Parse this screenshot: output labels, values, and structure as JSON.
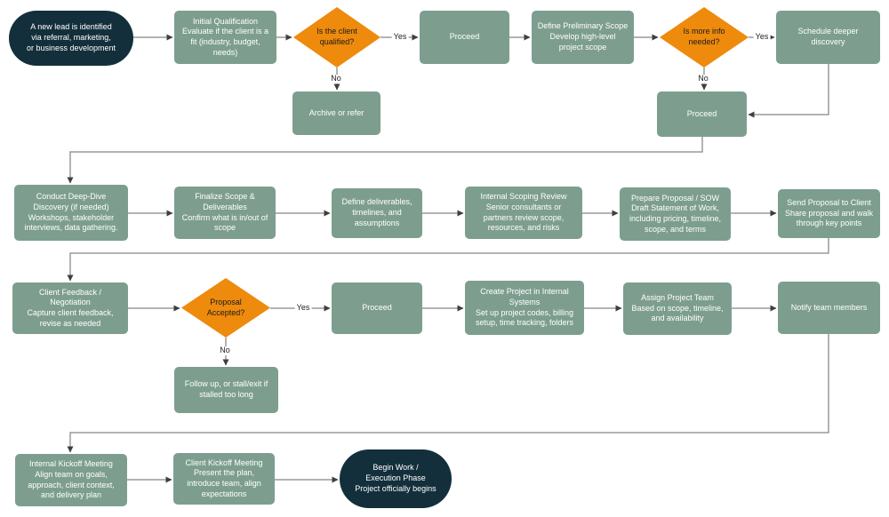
{
  "diagram": {
    "type": "flowchart",
    "topic": "Consulting client onboarding / project kickoff process",
    "colors": {
      "process_fill": "#7d9e8f",
      "terminal_fill": "#132f3b",
      "decision_fill": "#ee8a0c",
      "process_text": "#ffffff",
      "decision_text": "#1b1b1b",
      "connector_line": "#9a9a9a",
      "arrowhead": "#3f3f3f"
    }
  },
  "nodes": {
    "start": "A new lead is identified\nvia referral, marketing,\nor business development",
    "initial_qualification": "Initial Qualification\nEvaluate if the client is a fit (industry, budget, needs)",
    "q_client_qualified": "Is the client qualified?",
    "proceed_1": "Proceed",
    "define_preliminary_scope": "Define Preliminary Scope\nDevelop high-level project scope",
    "q_more_info_needed": "Is more info needed?",
    "schedule_deeper_discovery": "Schedule deeper discovery",
    "archive_or_refer": "Archive or refer",
    "proceed_2": "Proceed",
    "conduct_deep_dive": "Conduct Deep-Dive Discovery (if needed)\nWorkshops, stakeholder interviews, data gathering.",
    "finalize_scope": "Finalize Scope & Deliverables\nConfirm what is in/out of scope",
    "define_deliverables": "Define deliverables, timelines, and assumptions",
    "internal_scoping_review": "Internal Scoping Review\nSenior consultants or partners review scope, resources, and risks",
    "prepare_proposal": "Prepare Proposal / SOW\nDraft Statement of Work, including pricing, timeline, scope, and terms",
    "send_proposal": "Send Proposal to Client\nShare proposal and walk through key points",
    "client_feedback": "Client Feedback /\nNegotiation\nCapture client feedback, revise as needed",
    "q_proposal_accepted": "Proposal\nAccepted?",
    "proceed_3": "Proceed",
    "create_project": "Create Project in Internal Systems\nSet up project codes, billing setup, time tracking, folders",
    "assign_project_team": "Assign Project Team\nBased on scope, timeline, and availability",
    "notify_team_members": "Notify team members",
    "follow_up": "Follow up, or stall/exit if stalled too long",
    "internal_kickoff": "Internal Kickoff Meeting\nAlign team on goals, approach, client context, and delivery plan",
    "client_kickoff": "Client Kickoff Meeting\nPresent the plan, introduce team, align expectations",
    "end": "Begin Work /\nExecution Phase\nProject officially begins"
  },
  "edge_labels": {
    "yes_qualified": "Yes",
    "no_qualified": "No",
    "yes_more_info": "Yes",
    "no_more_info": "No",
    "yes_accepted": "Yes",
    "no_accepted": "No"
  }
}
